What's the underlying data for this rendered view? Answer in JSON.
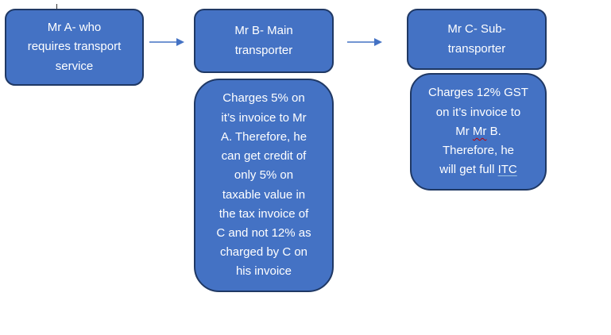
{
  "box_a": {
    "lines": [
      "Mr A- who",
      "requires transport",
      "service"
    ]
  },
  "box_b": {
    "lines": [
      "Mr B- Main",
      "transporter"
    ]
  },
  "box_c": {
    "lines": [
      "Mr C- Sub-",
      "transporter"
    ]
  },
  "box_b_note": {
    "lines": [
      "Charges 5% on",
      "it’s invoice to Mr",
      "A. Therefore, he",
      "can get credit of",
      "only 5% on",
      "taxable value in",
      "the tax invoice of",
      "C and not 12% as",
      "charged by C on",
      "his invoice"
    ]
  },
  "box_c_note": {
    "line1": "Charges 12% GST",
    "line2": "on it’s invoice to",
    "line3_pre": "Mr ",
    "line3_squiggle": "Mr",
    "line3_post": " B.",
    "line4": "Therefore, he",
    "line5_pre": "will get full ",
    "line5_underlined": "ITC"
  },
  "colors": {
    "box_fill": "#4472c4",
    "box_border": "#1f3864",
    "arrow": "#4472c4",
    "text": "#ffffff"
  }
}
